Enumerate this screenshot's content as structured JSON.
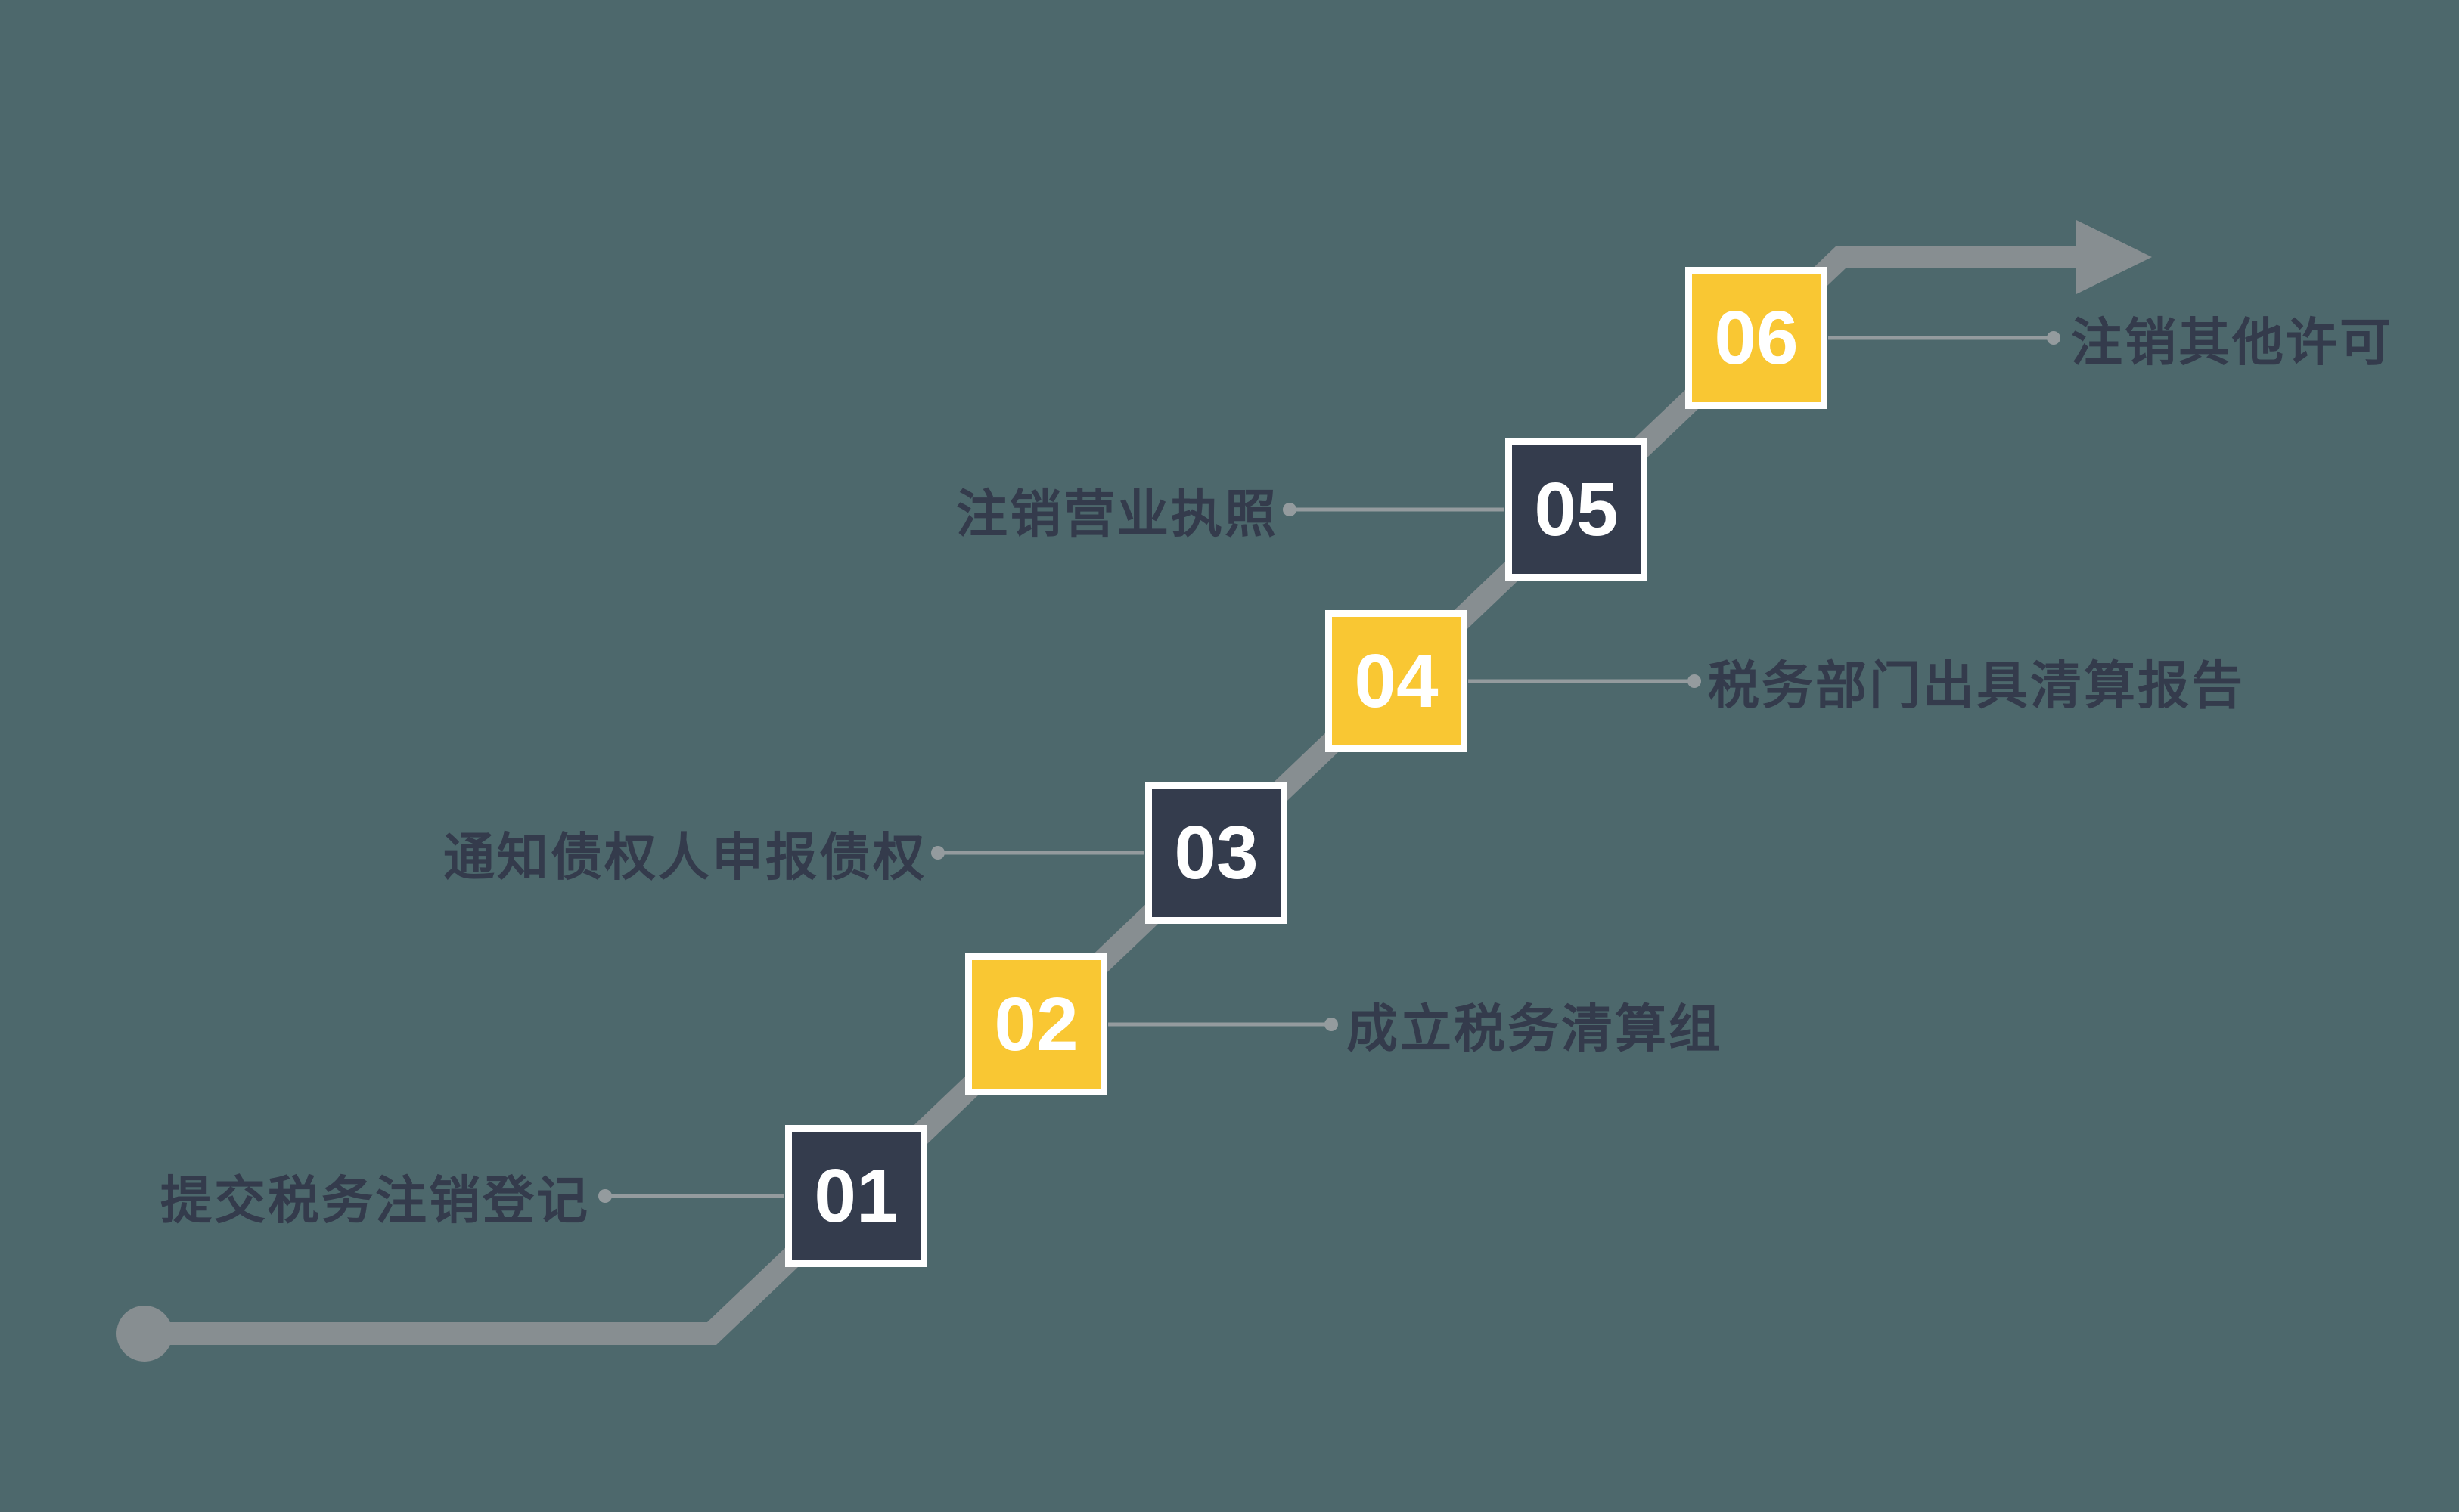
{
  "diagram": {
    "type": "staircase-process-flow",
    "direction": "bottom-left to top-right",
    "steps": [
      {
        "number": "01",
        "label": "提交税务注销登记",
        "side": "left",
        "box_color": "#343c4d"
      },
      {
        "number": "02",
        "label": "成立税务清算组",
        "side": "right",
        "box_color": "#f9c733"
      },
      {
        "number": "03",
        "label": "通知债权人申报债权",
        "side": "left",
        "box_color": "#343c4d"
      },
      {
        "number": "04",
        "label": "税务部门出具清算报告",
        "side": "right",
        "box_color": "#f9c733"
      },
      {
        "number": "05",
        "label": "注销营业执照",
        "side": "left",
        "box_color": "#343c4d"
      },
      {
        "number": "06",
        "label": "注销其他许可",
        "side": "right",
        "box_color": "#f9c733"
      }
    ],
    "icons": {
      "start_dot": "circle-icon",
      "end_arrow": "arrow-right-icon"
    },
    "colors": {
      "background": "#4d686c",
      "track": "#878e91",
      "connector": "#949b9e",
      "dark_square": "#343c4d",
      "yellow_square": "#f9c733",
      "square_border": "#ffffff",
      "number_text": "#ffffff",
      "label_text": "#343b4c"
    }
  }
}
